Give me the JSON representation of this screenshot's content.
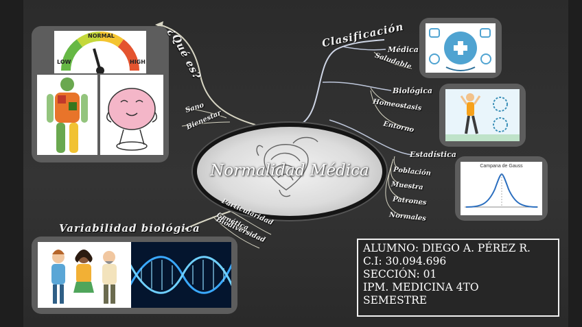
{
  "slide": {
    "center_title": "Normalidad Médica",
    "branches": {
      "que_es": {
        "title": "¿Qué es?",
        "items": [
          "Sano",
          "Bienestar"
        ]
      },
      "clasificacion": {
        "title": "Clasificación"
      },
      "medica": {
        "title": "Médica",
        "items": [
          "Saludable"
        ]
      },
      "biologica": {
        "title": "Biológica",
        "items": [
          "Homeostasis",
          "Entorno"
        ]
      },
      "estadistica": {
        "title": "Estadística",
        "items": [
          "Población",
          "Muestra",
          "Patrones",
          "Normales"
        ]
      },
      "variabilidad": {
        "title": "Variabilidad biológica",
        "items": [
          "Particularidad",
          "Genética",
          "Biodiversidad"
        ]
      }
    },
    "gauge": {
      "labels": [
        "LOW",
        "NORMAL",
        "HIGH"
      ]
    },
    "gauss": {
      "title": "Campana de Gauss"
    },
    "info": {
      "lines": [
        "ALUMNO: DIEGO A. PÉREZ R.",
        "C.I: 30.094.696",
        "SECCIÓN: 01",
        "IPM. MEDICINA 4TO",
        "SEMESTRE"
      ]
    },
    "colors": {
      "background": "#303030",
      "panel": "#5d5d5d",
      "branch_line": "#d7d7c8",
      "text": "#ffffff"
    }
  }
}
